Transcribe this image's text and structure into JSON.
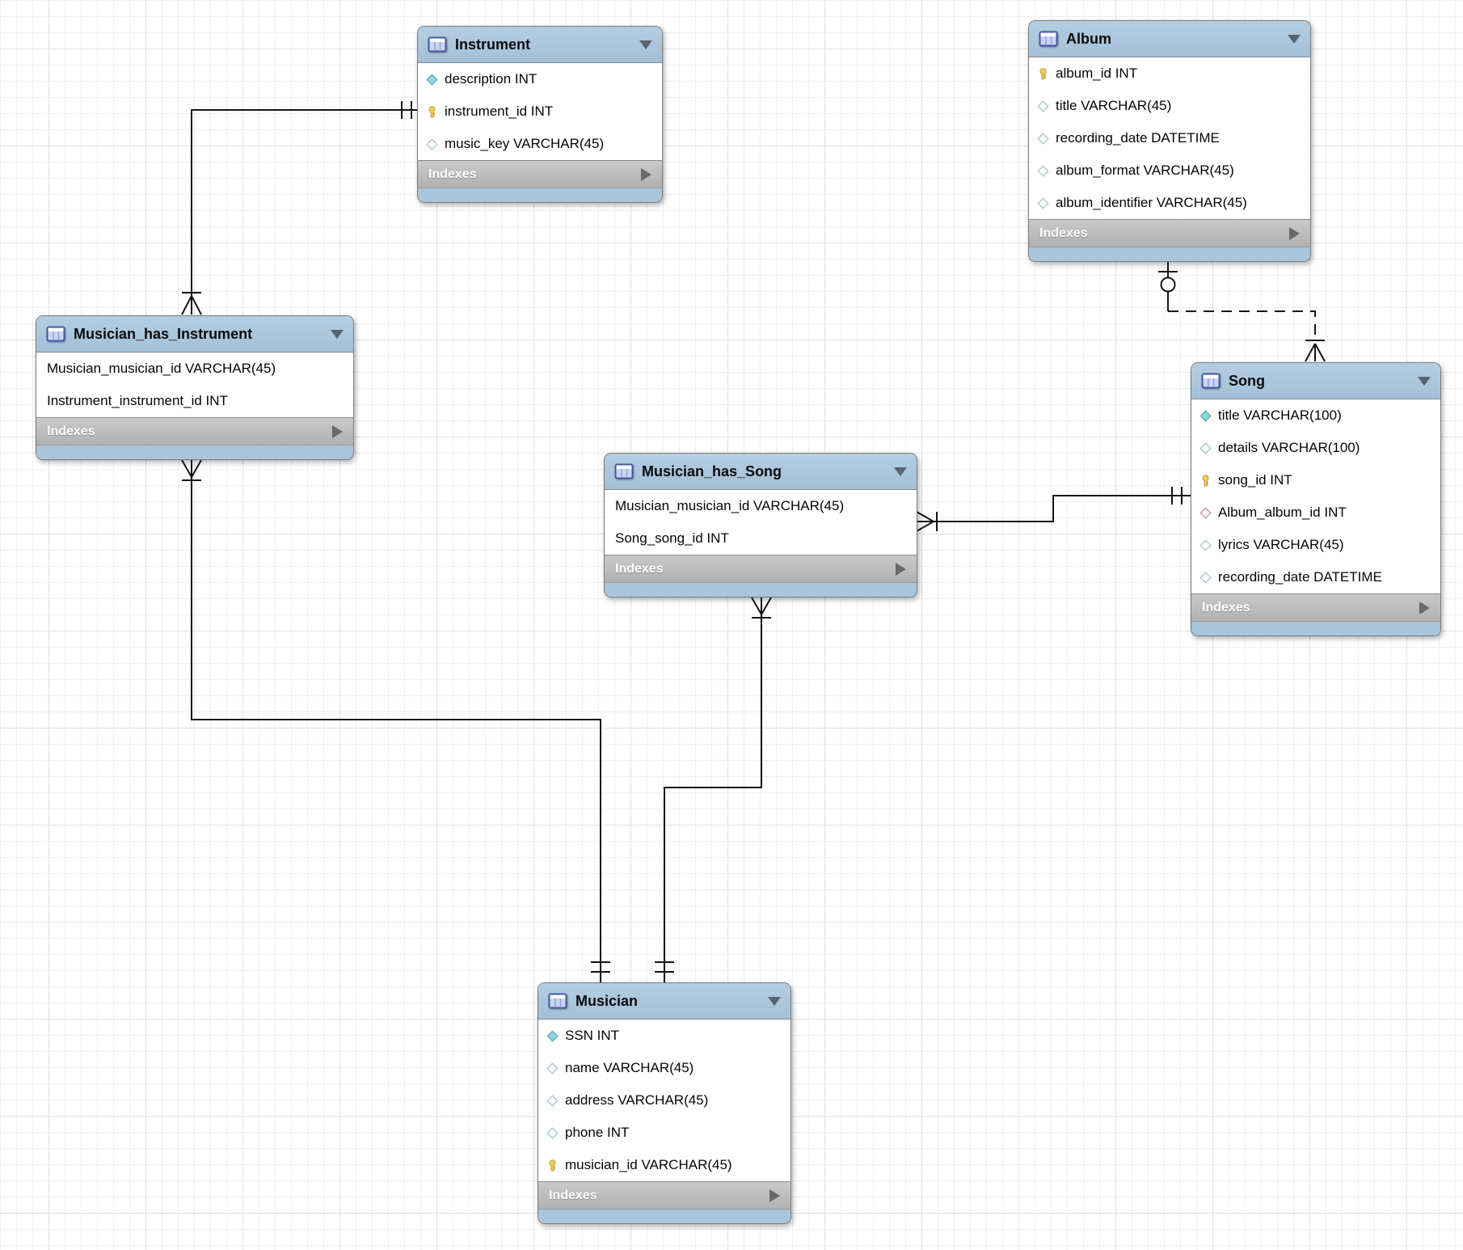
{
  "diagram_type": "EER diagram (MySQL Workbench style)",
  "tables": {
    "instrument": {
      "title": "Instrument",
      "indexes_label": "Indexes",
      "fields": [
        {
          "label": "description INT",
          "icon": "diamond-filled-icon"
        },
        {
          "label": "instrument_id INT",
          "icon": "key-icon"
        },
        {
          "label": "music_key VARCHAR(45)",
          "icon": "diamond-hollow-icon"
        }
      ]
    },
    "album": {
      "title": "Album",
      "indexes_label": "Indexes",
      "fields": [
        {
          "label": "album_id INT",
          "icon": "key-icon"
        },
        {
          "label": "title VARCHAR(45)",
          "icon": "diamond-hollow-icon"
        },
        {
          "label": "recording_date DATETIME",
          "icon": "diamond-hollow-icon"
        },
        {
          "label": "album_format VARCHAR(45)",
          "icon": "diamond-hollow-icon"
        },
        {
          "label": "album_identifier VARCHAR(45)",
          "icon": "diamond-hollow-icon"
        }
      ]
    },
    "musician_has_instrument": {
      "title": "Musician_has_Instrument",
      "indexes_label": "Indexes",
      "fields": [
        {
          "label": "Musician_musician_id VARCHAR(45)",
          "icon": "none"
        },
        {
          "label": "Instrument_instrument_id INT",
          "icon": "none"
        }
      ]
    },
    "musician_has_song": {
      "title": "Musician_has_Song",
      "indexes_label": "Indexes",
      "fields": [
        {
          "label": "Musician_musician_id VARCHAR(45)",
          "icon": "none"
        },
        {
          "label": "Song_song_id INT",
          "icon": "none"
        }
      ]
    },
    "song": {
      "title": "Song",
      "indexes_label": "Indexes",
      "fields": [
        {
          "label": "title VARCHAR(100)",
          "icon": "diamond-filled-icon"
        },
        {
          "label": "details VARCHAR(100)",
          "icon": "diamond-hollow-icon"
        },
        {
          "label": "song_id INT",
          "icon": "key-icon"
        },
        {
          "label": "Album_album_id INT",
          "icon": "diamond-fk-icon"
        },
        {
          "label": "lyrics VARCHAR(45)",
          "icon": "diamond-hollow-icon"
        },
        {
          "label": "recording_date DATETIME",
          "icon": "diamond-hollow-icon"
        }
      ]
    },
    "musician": {
      "title": "Musician",
      "indexes_label": "Indexes",
      "fields": [
        {
          "label": "SSN INT",
          "icon": "diamond-filled-icon"
        },
        {
          "label": "name VARCHAR(45)",
          "icon": "diamond-hollow-icon"
        },
        {
          "label": "address VARCHAR(45)",
          "icon": "diamond-hollow-icon"
        },
        {
          "label": "phone INT",
          "icon": "diamond-hollow-icon"
        },
        {
          "label": "musician_id VARCHAR(45)",
          "icon": "key-icon"
        }
      ]
    }
  },
  "relationships": [
    {
      "from": "Musician_has_Instrument",
      "to": "Instrument",
      "line": "solid",
      "from_end": "one-or-many (crow's foot + bar)",
      "to_end": "one-and-only-one (double bar)"
    },
    {
      "from": "Musician_has_Instrument",
      "to": "Musician",
      "line": "solid",
      "from_end": "one-or-many (crow's foot + bar)",
      "to_end": "one-and-only-one (double bar)"
    },
    {
      "from": "Musician_has_Song",
      "to": "Song",
      "line": "solid",
      "from_end": "one-or-many (crow's foot + bar)",
      "to_end": "one-and-only-one (double bar)"
    },
    {
      "from": "Musician_has_Song",
      "to": "Musician",
      "line": "solid",
      "from_end": "one-or-many (crow's foot + bar)",
      "to_end": "one-and-only-one (double bar)"
    },
    {
      "from": "Song",
      "to": "Album",
      "line": "dashed (non-identifying)",
      "from_end": "one-or-many (crow's foot + bar)",
      "to_end": "zero-or-one (circle + bar)"
    }
  ],
  "colors": {
    "header_blue": "#a9c5dc",
    "indexes_gray": "#bcbcbc",
    "row_background": "#ffffff",
    "grid_minor": "#efefef",
    "grid_major": "#e0e0e0",
    "connector_line": "#141414",
    "key_icon_yellow": "#f2cf55",
    "diamond_filled_cyan": "#8fd6da",
    "fk_diamond_red_border": "#c79b9b"
  }
}
